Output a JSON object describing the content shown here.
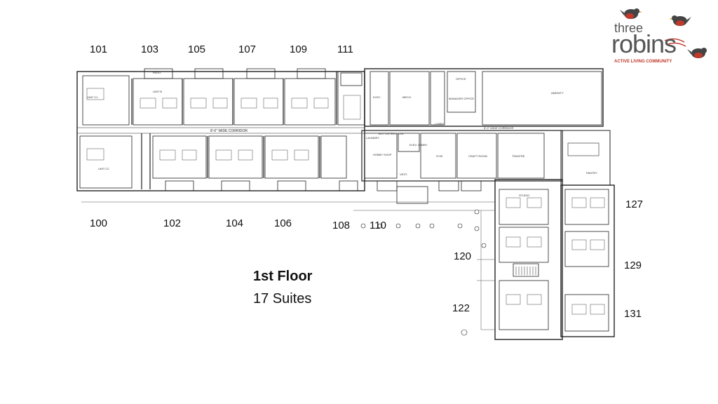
{
  "floor": {
    "title": "1st Floor",
    "suites": "17 Suites"
  },
  "suites_top": [
    "101",
    "103",
    "105",
    "107",
    "109",
    "111"
  ],
  "suites_bottom": [
    "100",
    "102",
    "104",
    "106",
    "108",
    "110"
  ],
  "suites_right": [
    "127",
    "129",
    "131"
  ],
  "suites_left_wing": [
    "120",
    "122"
  ],
  "logo": {
    "line1": "three",
    "line2": "robins",
    "tagline": "ACTIVE LIVING COMMUNITY",
    "icon": "robin-bird-icon"
  },
  "plan_labels": {
    "corridor_main": "8'-0\" WIDE CORRIDOR",
    "corridor_east": "8'-0\" WIDE CORRIDOR",
    "patio": "PATIO",
    "unit_c1": "UNIT C1",
    "unit_c2": "UNIT C2",
    "unit_b": "UNIT B",
    "elec": "ELEC.",
    "mech": "MECH.",
    "office": "OFFICE",
    "manager_office": "MANAGER OFFICE",
    "lobby": "LOBBY",
    "amenity": "AMENITY",
    "hobby_shop": "HOBBY SHOP",
    "laundry": "LAUNDRY",
    "bottle_recycle": "BOTTLE RECYCLE",
    "elev_lobby": "ELEV. LOBBY",
    "gym": "GYM",
    "craft_room": "CRAFT ROOM",
    "theatre": "THEATRE",
    "pantry": "PANTRY",
    "vest": "VEST.",
    "studio": "STUDIO"
  },
  "colors": {
    "brand_red": "#c0392b",
    "logo_gray": "#555555",
    "line": "#222222"
  }
}
